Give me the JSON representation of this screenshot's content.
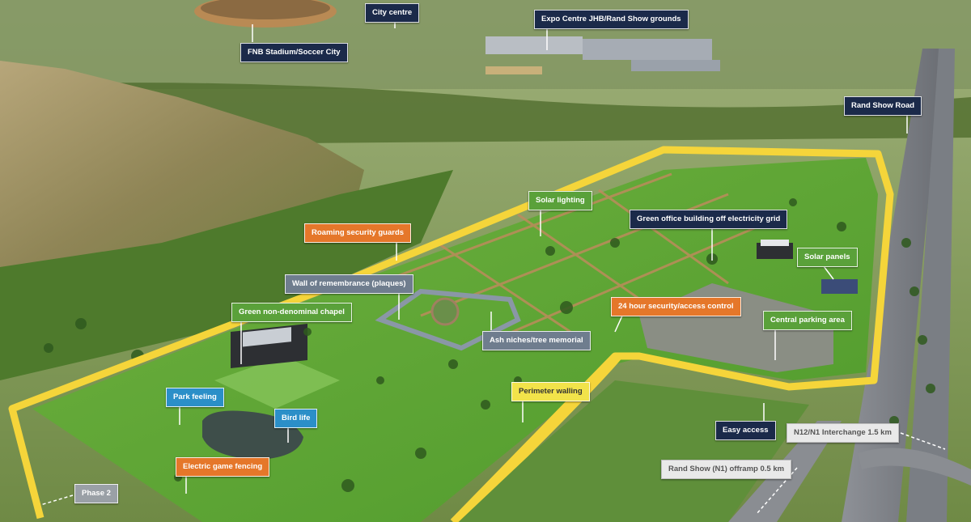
{
  "labels": {
    "city_centre": "City centre",
    "expo_centre": "Expo Centre JHB/Rand Show grounds",
    "fnb_stadium": "FNB Stadium/Soccer City",
    "rand_show_road": "Rand Show Road",
    "solar_lighting": "Solar lighting",
    "green_office": "Green office building off electricity grid",
    "roaming_security": "Roaming security guards",
    "solar_panels": "Solar panels",
    "wall_of_remembrance": "Wall of remembrance (plaques)",
    "green_chapel": "Green non-denominal chapel",
    "security_access": "24 hour security/access control",
    "central_parking": "Central parking area",
    "ash_niches": "Ash niches/tree memorial",
    "park_feeling": "Park feeling",
    "perimeter_walling": "Perimeter walling",
    "bird_life": "Bird life",
    "easy_access": "Easy access",
    "n12_interchange": "N12/N1 Interchange 1.5 km",
    "electric_fencing": "Electric game fencing",
    "rand_show_offramp": "Rand Show (N1) offramp 0.5 km",
    "phase_2": "Phase 2"
  },
  "colors": {
    "navy": "#1b2a4a",
    "gray": "#6f7d8e",
    "green": "#5aa13a",
    "orange": "#e5772a",
    "blue": "#2b8fc8",
    "yellow": "#f2e34a",
    "perimeter": "#f5d53a"
  }
}
